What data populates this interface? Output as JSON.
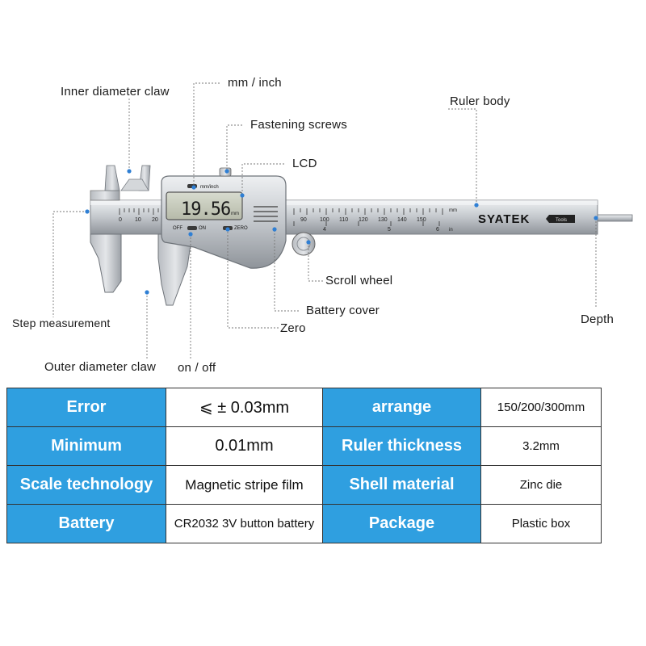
{
  "labels": {
    "inner_diameter_claw": "Inner diameter claw",
    "mm_inch": "mm / inch",
    "fastening_screws": "Fastening screws",
    "lcd": "LCD",
    "ruler_body": "Ruler body",
    "scroll_wheel": "Scroll wheel",
    "battery_cover": "Battery cover",
    "zero": "Zero",
    "depth": "Depth",
    "step_measurement": "Step measurement",
    "outer_diameter_claw": "Outer diameter claw",
    "on_off": "on / off"
  },
  "device": {
    "brand": "SYATEK",
    "tools": "Tools",
    "display_value": "19.56",
    "btn_mm_inch": "mm/inch",
    "btn_off": "OFF",
    "btn_on": "ON",
    "btn_zero": "ZERO",
    "lcd_unit": "mm",
    "scale_unit_mm": "mm",
    "scale_unit_in": "in",
    "scale_numbers_left": [
      "0",
      "10",
      "20"
    ],
    "scale_numbers_right": [
      "90",
      "100",
      "110",
      "120",
      "130",
      "140",
      "150"
    ],
    "inch_numbers": [
      "4",
      "5",
      "6"
    ]
  },
  "specs": [
    {
      "k1": "Error",
      "v1": "⩽ ± 0.03mm",
      "k2": "arrange",
      "v2": "150/200/300mm"
    },
    {
      "k1": "Minimum",
      "v1": "0.01mm",
      "k2": "Ruler thickness",
      "v2": "3.2mm"
    },
    {
      "k1": "Scale technology",
      "v1": "Magnetic stripe film",
      "k2": "Shell material",
      "v2": "Zinc die"
    },
    {
      "k1": "Battery",
      "v1": "CR2032 3V button battery",
      "k2": "Package",
      "v2": "Plastic box"
    }
  ],
  "colors": {
    "header_blue": "#2f9fe0",
    "callout_dot": "#2f7fd4",
    "steel": "#c9ccd0"
  }
}
